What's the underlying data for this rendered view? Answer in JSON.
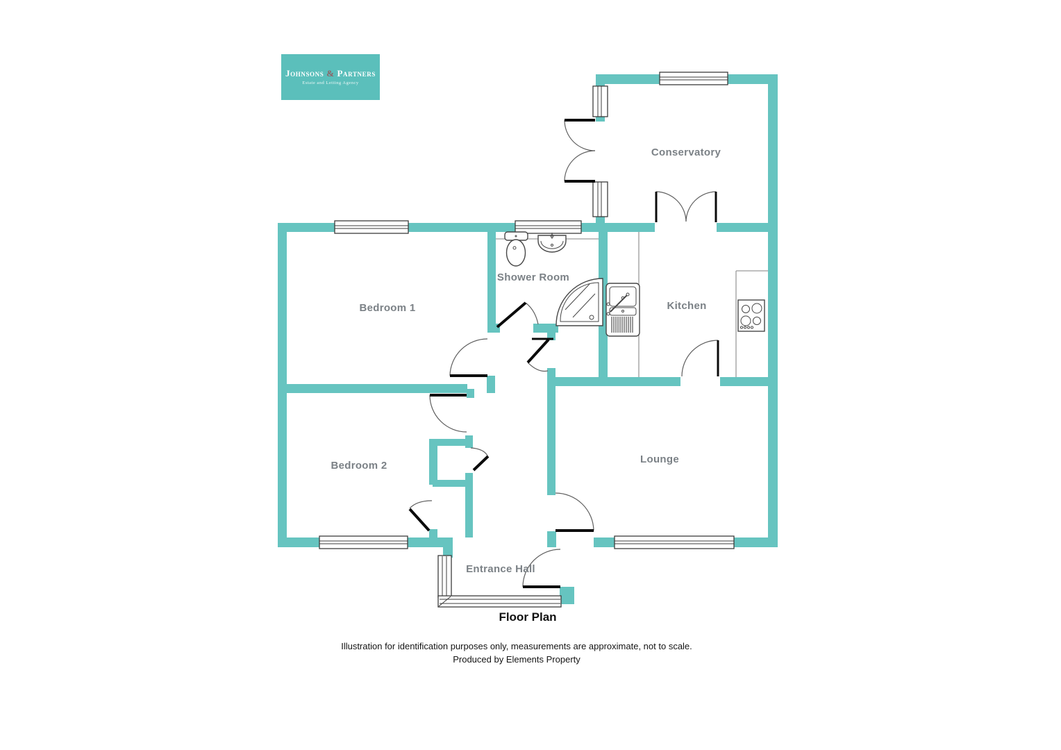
{
  "logo": {
    "name_1": "Johnsons",
    "amp": "&",
    "name_2": "Partners",
    "subtitle": "Estate and Letting Agency",
    "bg_color": "#5BBFBB",
    "amp_color": "#8E6468"
  },
  "plan": {
    "title": "Floor Plan",
    "rooms": [
      {
        "id": "conservatory",
        "label": "Conservatory"
      },
      {
        "id": "bedroom-1",
        "label": "Bedroom 1"
      },
      {
        "id": "shower-room",
        "label": "Shower Room"
      },
      {
        "id": "kitchen",
        "label": "Kitchen"
      },
      {
        "id": "bedroom-2",
        "label": "Bedroom 2"
      },
      {
        "id": "lounge",
        "label": "Lounge"
      },
      {
        "id": "entrance-hall",
        "label": "Entrance Hall"
      }
    ],
    "fixtures": [
      "toilet",
      "wash-basin",
      "corner-shower",
      "kitchen-sink-drainer",
      "hob",
      "kitchen-counters"
    ],
    "colors": {
      "wall": "#66C4C0",
      "room_label": "#7B8186",
      "door_leaf": "#0b0b0b",
      "door_arc": "#5f5f5f",
      "fixture_outline": "#474747"
    }
  },
  "footer": {
    "line1": "Illustration for identification purposes only, measurements are approximate, not to scale.",
    "line2": "Produced by Elements Property"
  }
}
